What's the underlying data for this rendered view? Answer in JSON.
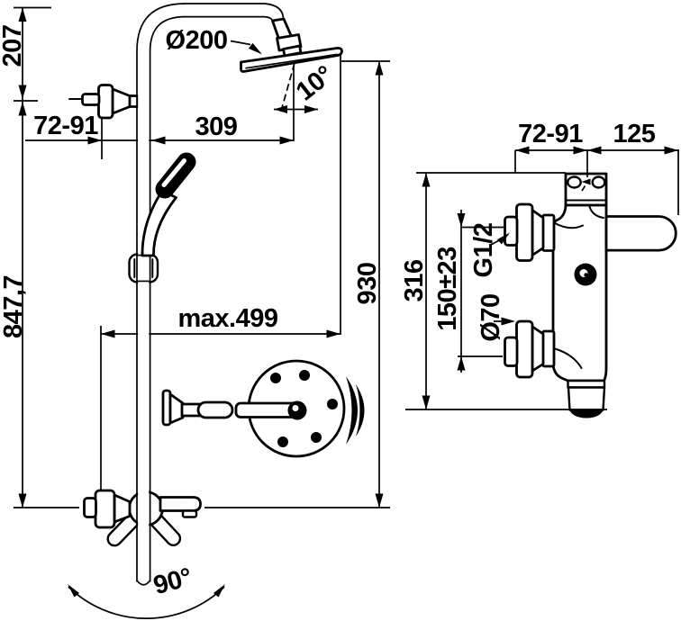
{
  "document": {
    "type": "technical-dimension-drawing",
    "subject": "shower column with hand shower, side spray and thermostatic mixer - dimensional drawing",
    "background_color": "#ffffff",
    "line_color": "#000000"
  },
  "left_view": {
    "name": "shower-column-front-view",
    "labels": {
      "top_offset": "207",
      "rail_length": "847,7",
      "wall_clearance": "72-91",
      "head_diameter": "Ø200",
      "head_offset": "309",
      "head_tilt": "10°",
      "max_reach": "max.499",
      "column_height": "930",
      "spout_swivel": "90°"
    }
  },
  "right_view": {
    "name": "thermostatic-mixer-side-view",
    "labels": {
      "wall_clearance": "72-91",
      "depth": "125",
      "height": "316",
      "inlet_spacing": "150±23",
      "thread": "G1/2",
      "rosette_diameter": "Ø70"
    }
  }
}
